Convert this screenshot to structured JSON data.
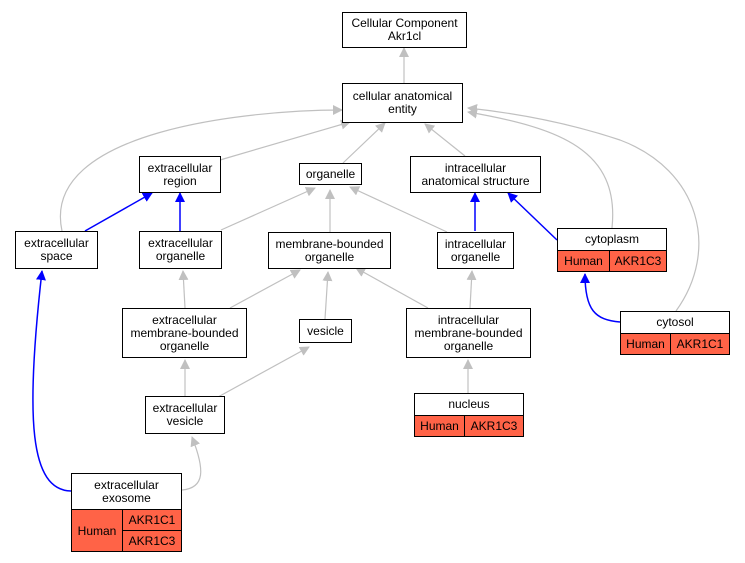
{
  "colors": {
    "is_a_edge": "#c0c0c0",
    "part_of_edge": "#0000ff",
    "annotation_fill": "#ff6347"
  },
  "nodes": {
    "root": [
      "Cellular Component",
      "Akr1cl"
    ],
    "cae": [
      "cellular anatomical",
      "entity"
    ],
    "extracellular_region": [
      "extracellular",
      "region"
    ],
    "organelle": [
      "organelle"
    ],
    "intracellular_anatomical_structure": [
      "intracellular",
      "anatomical structure"
    ],
    "extracellular_space": [
      "extracellular",
      "space"
    ],
    "extracellular_organelle": [
      "extracellular",
      "organelle"
    ],
    "membrane_bounded_organelle": [
      "membrane-bounded",
      "organelle"
    ],
    "intracellular_organelle": [
      "intracellular",
      "organelle"
    ],
    "extracellular_membrane_bounded_organelle": [
      "extracellular",
      "membrane-bounded",
      "organelle"
    ],
    "vesicle": [
      "vesicle"
    ],
    "intracellular_membrane_bounded_organelle": [
      "intracellular",
      "membrane-bounded",
      "organelle"
    ],
    "extracellular_vesicle": [
      "extracellular",
      "vesicle"
    ]
  },
  "annotated": {
    "cytoplasm": {
      "title": "cytoplasm",
      "species": "Human",
      "genes": [
        "AKR1C3"
      ]
    },
    "cytosol": {
      "title": "cytosol",
      "species": "Human",
      "genes": [
        "AKR1C1"
      ]
    },
    "nucleus": {
      "title": "nucleus",
      "species": "Human",
      "genes": [
        "AKR1C3"
      ]
    },
    "exosome": {
      "title": [
        "extracellular",
        "exosome"
      ],
      "species": "Human",
      "genes": [
        "AKR1C1",
        "AKR1C3"
      ]
    }
  }
}
